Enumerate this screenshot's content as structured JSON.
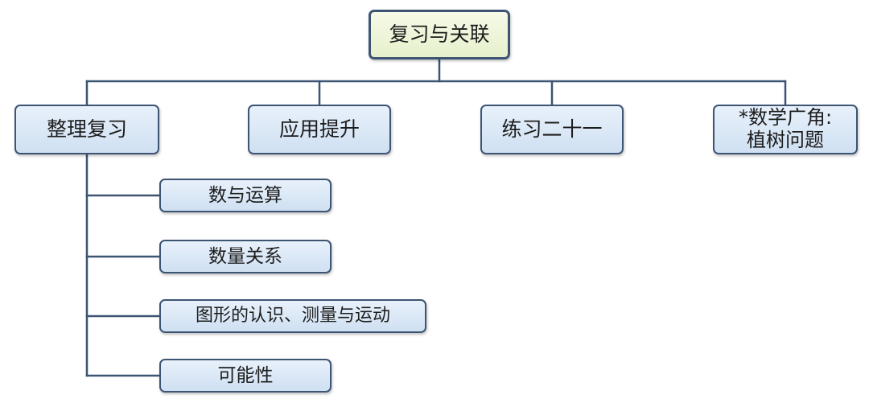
{
  "root": {
    "label": "复习与关联"
  },
  "branches": [
    {
      "label": "整理复习"
    },
    {
      "label": "应用提升"
    },
    {
      "label": "练习二十一"
    },
    {
      "label": "*数学广角:\n植树问题"
    }
  ],
  "review_children": [
    {
      "label": "数与运算"
    },
    {
      "label": "数量关系"
    },
    {
      "label": "图形的认识、测量与运动"
    },
    {
      "label": "可能性"
    }
  ],
  "colors": {
    "border": "#3d5573",
    "node_fill": "#d9e7f5",
    "root_fill": "#eef5da"
  }
}
